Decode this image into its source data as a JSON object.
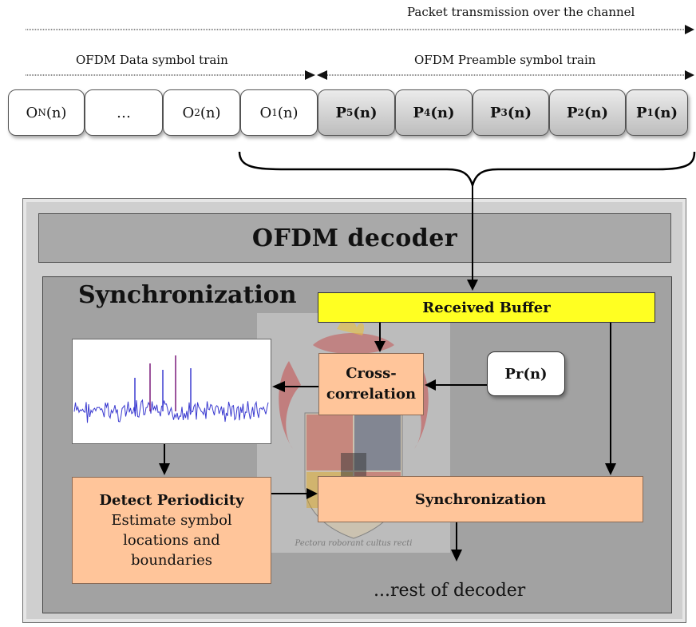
{
  "header": {
    "transmission_label": "Packet transmission over the channel",
    "data_train_label": "OFDM Data symbol train",
    "preamble_train_label": "OFDM Preamble symbol train"
  },
  "symbols": [
    {
      "base": "O",
      "sub": "N",
      "suffix": "(n)"
    },
    {
      "base": "…",
      "sub": "",
      "suffix": ""
    },
    {
      "base": "O",
      "sub": "2",
      "suffix": "(n)"
    },
    {
      "base": "O",
      "sub": "1",
      "suffix": "(n)"
    },
    {
      "base": "P",
      "sub": "5",
      "suffix": "(n)"
    },
    {
      "base": "P",
      "sub": "4",
      "suffix": "(n)"
    },
    {
      "base": "P",
      "sub": "3",
      "suffix": "(n)"
    },
    {
      "base": "P",
      "sub": "2",
      "suffix": "(n)"
    },
    {
      "base": "P",
      "sub": "1",
      "suffix": "(n)"
    }
  ],
  "decoder": {
    "title": "OFDM decoder",
    "sync_title": "Synchronization",
    "received_buffer": "Received Buffer",
    "cross_correlation_line1": "Cross-",
    "cross_correlation_line2": "correlation",
    "reference": "Pr(n)",
    "synchronization_block": "Synchronization",
    "detect_title": "Detect Periodicity",
    "detect_line1": "Estimate symbol",
    "detect_line2": "locations and",
    "detect_line3": "boundaries",
    "rest": "...rest of decoder",
    "seal_motto": "Pectora roborant cultus recti"
  },
  "colors": {
    "received_buffer": "#ffff22",
    "process_block": "#ffc59a",
    "plot_signal": "#3a3ad0",
    "plot_peaks": "#7a1a7a"
  }
}
